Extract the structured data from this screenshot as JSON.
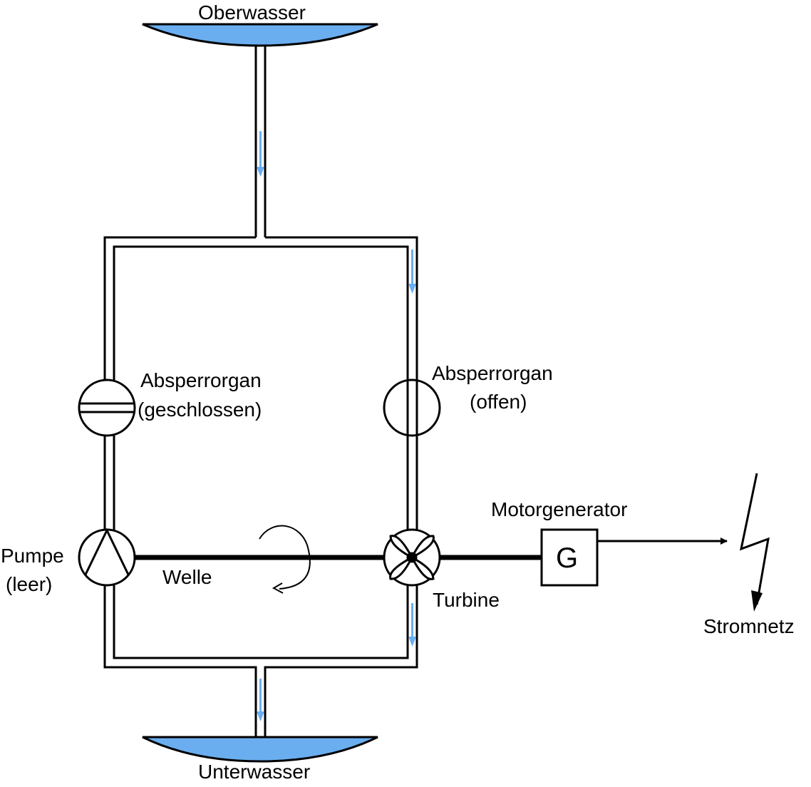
{
  "colors": {
    "water_fill": "#6aaef0",
    "water_stroke": "#000000",
    "flow_arrow": "#6aaef0",
    "line": "#000000",
    "background": "#ffffff"
  },
  "labels": {
    "upper_reservoir": "Oberwasser",
    "lower_reservoir": "Unterwasser",
    "valve_left_line1": "Absperrorgan",
    "valve_left_line2": "(geschlossen)",
    "valve_right_line1": "Absperrorgan",
    "valve_right_line2": "(offen)",
    "pump_line1": "Pumpe",
    "pump_line2": "(leer)",
    "shaft": "Welle",
    "turbine": "Turbine",
    "motor_generator": "Motorgenerator",
    "generator_symbol": "G",
    "grid": "Stromnetz"
  },
  "states": {
    "left_valve": "closed",
    "right_valve": "open",
    "pump": "empty"
  },
  "icons": {
    "left_valve": "closed-valve-icon",
    "right_valve": "open-valve-icon",
    "pump": "pump-icon",
    "turbine": "turbine-icon",
    "generator": "generator-icon",
    "grid": "lightning-bolt-icon",
    "rotation": "rotation-arrow-icon",
    "flow": "flow-arrow-icon"
  }
}
